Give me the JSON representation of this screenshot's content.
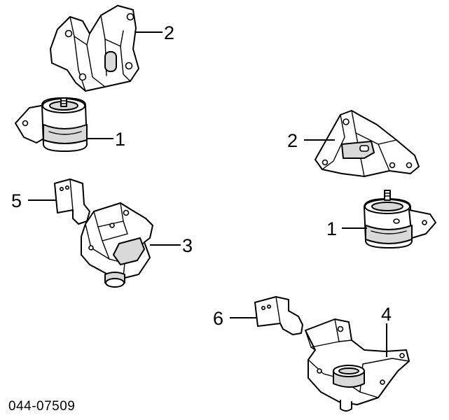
{
  "callouts": {
    "topleft_bracket": "2",
    "topleft_mount": "1",
    "left_bracket_small": "5",
    "left_mount_assembly": "3",
    "right_bracket": "2",
    "right_mount": "1",
    "bottom_bracket_small": "6",
    "bottom_mount_assembly": "4"
  },
  "catalog_number": "044-07509",
  "colors": {
    "line": "#000000",
    "background": "#ffffff",
    "shade": "#d9d9d9"
  }
}
